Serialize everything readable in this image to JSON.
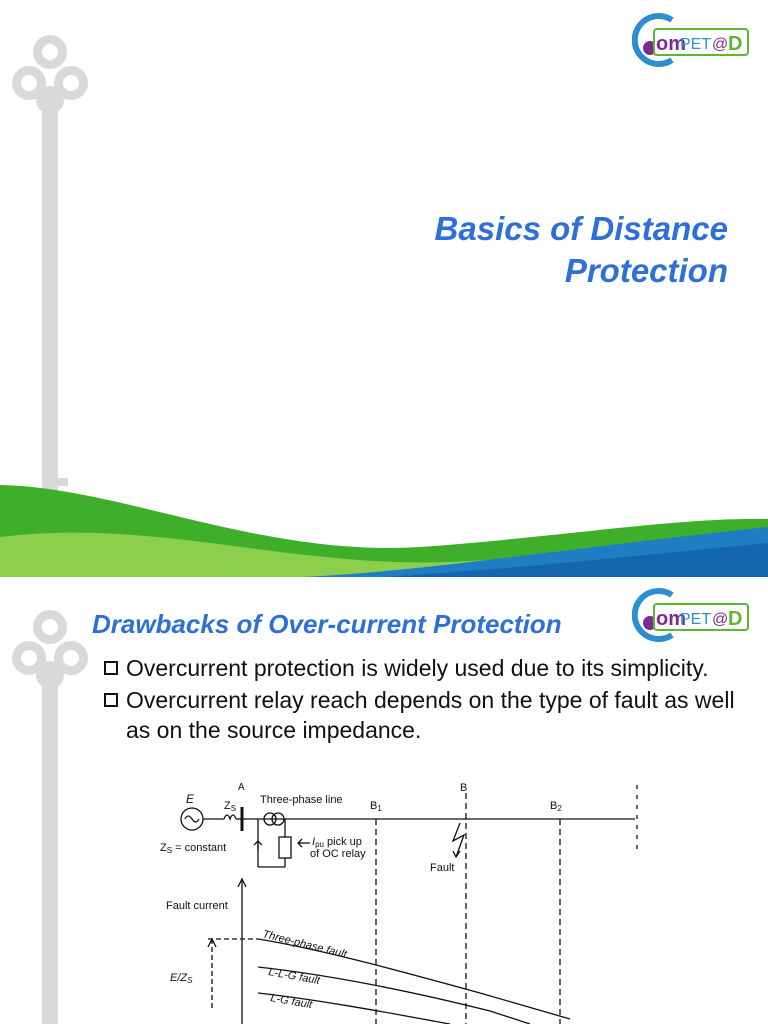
{
  "slide1": {
    "title_line1": "Basics of Distance",
    "title_line2": "Protection"
  },
  "slide2": {
    "title": "Drawbacks of Over-current Protection",
    "bullets": [
      "Overcurrent protection is widely used due to its simplicity.",
      "Overcurrent relay reach depends on the type of fault as well as on the source impedance."
    ]
  },
  "logo": {
    "mark": "C",
    "text_om": "om",
    "text_pet": "PET",
    "text_at": "@",
    "text_d": "D"
  },
  "diagram": {
    "label_e": "E",
    "label_zs": "Z",
    "label_zs_sub": "S",
    "label_a": "A",
    "label_line": "Three-phase line",
    "label_b1": "B",
    "label_b1_sub": "1",
    "label_b": "B",
    "label_b2": "B",
    "label_b2_sub": "2",
    "label_zs_const": "Z",
    "label_zs_const_sub": "S",
    "label_zs_const_rest": " = constant",
    "label_ipu": "I",
    "label_ipu_sub": "pu",
    "label_ipu_rest": " pick up",
    "label_oc": "of OC relay",
    "label_fault": "Fault",
    "label_fault_current": "Fault current",
    "label_ezs": "E/Z",
    "label_ezs_sub": "S",
    "curve_3ph": "Three-phase fault",
    "curve_llg": "L-L-G fault",
    "curve_lg": "L-G fault"
  },
  "colors": {
    "title_blue": "#2e6fd8",
    "key_gray": "#d9d9d9",
    "wave_green": "#3fae2a",
    "wave_blue": "#1f7dc4",
    "logo_blue": "#2e8fd0",
    "logo_purple": "#7a2c91",
    "logo_green": "#5cb82e"
  }
}
